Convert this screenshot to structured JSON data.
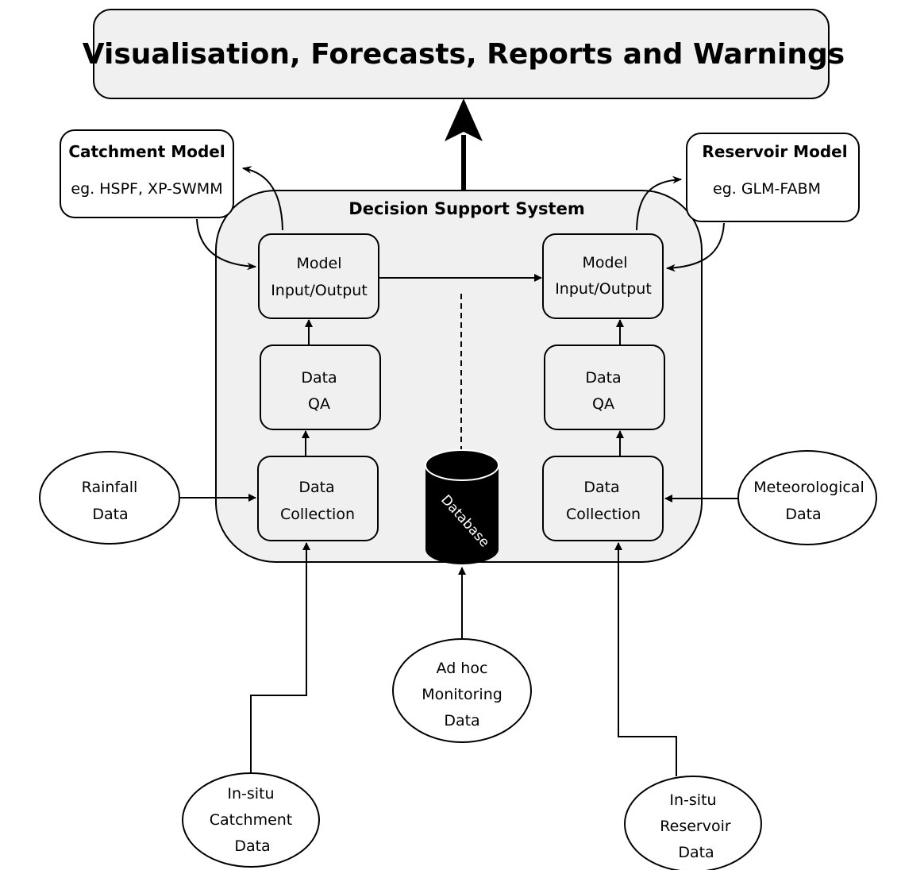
{
  "title": "Visualisation, Forecasts, Reports and Warnings",
  "dss_label": "Decision Support System",
  "catchment_model": {
    "title": "Catchment Model",
    "detail": "eg. HSPF, XP-SWMM"
  },
  "reservoir_model": {
    "title": "Reservoir Model",
    "detail": "eg. GLM-FABM"
  },
  "left_column": {
    "model_io": [
      "Model",
      "Input/Output"
    ],
    "data_qa": [
      "Data",
      "QA"
    ],
    "data_collection": [
      "Data",
      "Collection"
    ]
  },
  "right_column": {
    "model_io": [
      "Model",
      "Input/Output"
    ],
    "data_qa": [
      "Data",
      "QA"
    ],
    "data_collection": [
      "Data",
      "Collection"
    ]
  },
  "database": "Database",
  "sources": {
    "rainfall": [
      "Rainfall",
      "Data"
    ],
    "meteorological": [
      "Meteorological",
      "Data"
    ],
    "ad_hoc": [
      "Ad hoc",
      "Monitoring",
      "Data"
    ],
    "in_situ_catchment": [
      "In-situ",
      "Catchment",
      "Data"
    ],
    "in_situ_reservoir": [
      "In-situ",
      "Reservoir",
      "Data"
    ]
  }
}
